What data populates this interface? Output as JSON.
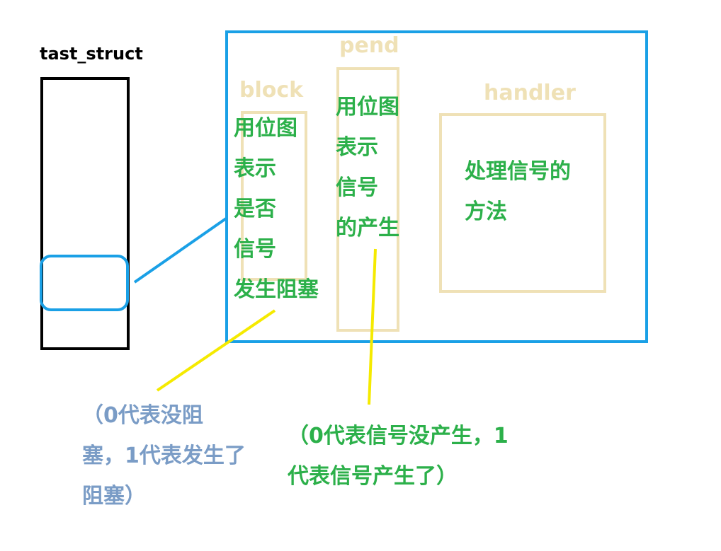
{
  "task_label": "tast_struct",
  "block": {
    "label": "block",
    "lines": [
      "用位图",
      "表示",
      "是否",
      "信号",
      "发生阻塞"
    ],
    "note": [
      "（0代表没阻",
      "塞，1代表发生了",
      "阻塞）"
    ]
  },
  "pend": {
    "label": "pend",
    "lines": [
      "用位图",
      "表示",
      "信号",
      "的产生"
    ],
    "note": [
      "（0代表信号没产生，1",
      "代表信号产生了）"
    ]
  },
  "handler": {
    "label": "handler",
    "lines": [
      "处理信号的",
      "方法"
    ]
  },
  "colors": {
    "blue": "#1aa0e6",
    "beige": "#efe1b6",
    "green": "#2cb04a",
    "yellow": "#f5ea00",
    "note_blue": "#7a9cc6"
  }
}
